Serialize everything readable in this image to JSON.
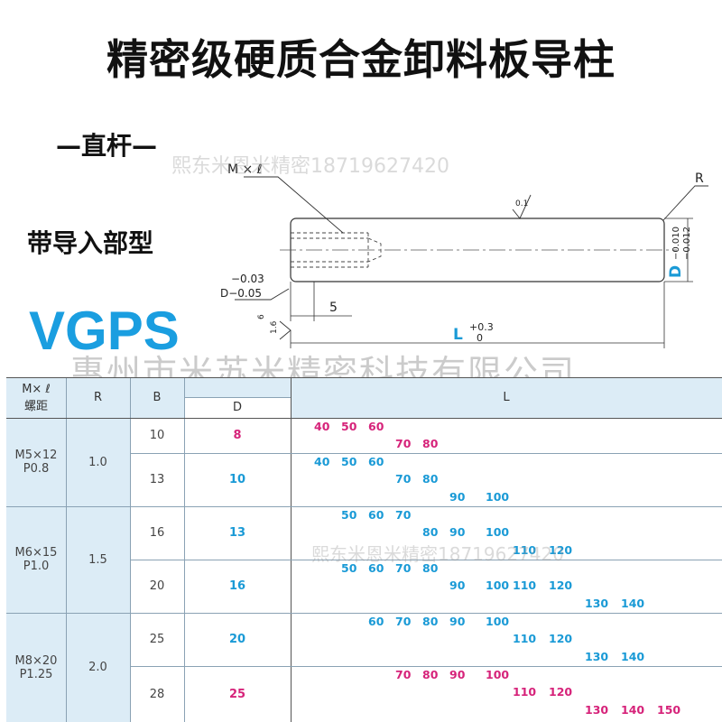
{
  "title": "精密级硬质合金卸料板导柱",
  "subtitle": "—直杆—",
  "variant": "带导入部型",
  "code": "VGPS",
  "watermarks": [
    "熙东米恩米精密18719627420",
    "惠州市米苏米精密科技有限公司",
    "熙东米恩米精密18719627420"
  ],
  "drawing": {
    "thread_label": "M × ℓ",
    "r_label": "R",
    "roughness": "0.1",
    "d_tol_upper": "−0.03",
    "d_tol_lower": "D−0.05",
    "five": "5",
    "six": "6",
    "sixteen": "1.6",
    "l_label": "L",
    "l_tol_upper": "+0.3",
    "l_tol_lower": "0",
    "d_side_label": "D",
    "d_side_tol_upper": "−0.010",
    "d_side_tol_lower": "−0.012"
  },
  "colors": {
    "pink": "#d6237a",
    "blue": "#1a9ad6",
    "header_bg": "#dcecf6"
  },
  "table": {
    "headers": {
      "mxl": "M× ℓ",
      "pitch": "螺距",
      "r": "R",
      "b": "B",
      "d": "D",
      "l": "L"
    },
    "groups": [
      {
        "m": "M5×12",
        "p": "P0.8",
        "r": "1.0"
      },
      {
        "m": "M6×15",
        "p": "P1.0",
        "r": "1.5"
      },
      {
        "m": "M8×20",
        "p": "P1.25",
        "r": "2.0"
      }
    ],
    "rows": [
      {
        "b": "10",
        "d": "8",
        "d_color": "pink",
        "l": [
          {
            "v": "40",
            "c": "pink",
            "col": 0,
            "line": 0
          },
          {
            "v": "50",
            "c": "pink",
            "col": 1,
            "line": 0
          },
          {
            "v": "60",
            "c": "pink",
            "col": 2,
            "line": 0
          },
          {
            "v": "70",
            "c": "pink",
            "col": 3,
            "line": 1
          },
          {
            "v": "80",
            "c": "pink",
            "col": 4,
            "line": 1
          }
        ]
      },
      {
        "b": "13",
        "d": "10",
        "d_color": "blue",
        "l": [
          {
            "v": "40",
            "c": "blue",
            "col": 0,
            "line": 0
          },
          {
            "v": "50",
            "c": "blue",
            "col": 1,
            "line": 0
          },
          {
            "v": "60",
            "c": "blue",
            "col": 2,
            "line": 0
          },
          {
            "v": "70",
            "c": "blue",
            "col": 3,
            "line": 1
          },
          {
            "v": "80",
            "c": "blue",
            "col": 4,
            "line": 1
          },
          {
            "v": "90",
            "c": "blue",
            "col": 5,
            "line": 2
          },
          {
            "v": "100",
            "c": "blue",
            "col": 6,
            "line": 2
          }
        ]
      },
      {
        "b": "16",
        "d": "13",
        "d_color": "blue",
        "l": [
          {
            "v": "50",
            "c": "blue",
            "col": 1,
            "line": 0
          },
          {
            "v": "60",
            "c": "blue",
            "col": 2,
            "line": 0
          },
          {
            "v": "70",
            "c": "blue",
            "col": 3,
            "line": 0
          },
          {
            "v": "80",
            "c": "blue",
            "col": 4,
            "line": 1
          },
          {
            "v": "90",
            "c": "blue",
            "col": 5,
            "line": 1
          },
          {
            "v": "100",
            "c": "blue",
            "col": 6,
            "line": 1
          },
          {
            "v": "110",
            "c": "blue",
            "col": 7,
            "line": 2
          },
          {
            "v": "120",
            "c": "blue",
            "col": 8,
            "line": 2
          }
        ]
      },
      {
        "b": "20",
        "d": "16",
        "d_color": "blue",
        "l": [
          {
            "v": "50",
            "c": "blue",
            "col": 1,
            "line": 0
          },
          {
            "v": "60",
            "c": "blue",
            "col": 2,
            "line": 0
          },
          {
            "v": "70",
            "c": "blue",
            "col": 3,
            "line": 0
          },
          {
            "v": "80",
            "c": "blue",
            "col": 4,
            "line": 0
          },
          {
            "v": "90",
            "c": "blue",
            "col": 5,
            "line": 1
          },
          {
            "v": "100",
            "c": "blue",
            "col": 6,
            "line": 1
          },
          {
            "v": "110",
            "c": "blue",
            "col": 7,
            "line": 1
          },
          {
            "v": "120",
            "c": "blue",
            "col": 8,
            "line": 1
          },
          {
            "v": "130",
            "c": "blue",
            "col": 9,
            "line": 2
          },
          {
            "v": "140",
            "c": "blue",
            "col": 10,
            "line": 2
          }
        ]
      },
      {
        "b": "25",
        "d": "20",
        "d_color": "blue",
        "l": [
          {
            "v": "60",
            "c": "blue",
            "col": 2,
            "line": 0
          },
          {
            "v": "70",
            "c": "blue",
            "col": 3,
            "line": 0
          },
          {
            "v": "80",
            "c": "blue",
            "col": 4,
            "line": 0
          },
          {
            "v": "90",
            "c": "blue",
            "col": 5,
            "line": 0
          },
          {
            "v": "100",
            "c": "blue",
            "col": 6,
            "line": 0
          },
          {
            "v": "110",
            "c": "blue",
            "col": 7,
            "line": 1
          },
          {
            "v": "120",
            "c": "blue",
            "col": 8,
            "line": 1
          },
          {
            "v": "130",
            "c": "blue",
            "col": 9,
            "line": 2
          },
          {
            "v": "140",
            "c": "blue",
            "col": 10,
            "line": 2
          }
        ]
      },
      {
        "b": "28",
        "d": "25",
        "d_color": "pink",
        "l": [
          {
            "v": "70",
            "c": "pink",
            "col": 3,
            "line": 0
          },
          {
            "v": "80",
            "c": "pink",
            "col": 4,
            "line": 0
          },
          {
            "v": "90",
            "c": "pink",
            "col": 5,
            "line": 0
          },
          {
            "v": "100",
            "c": "pink",
            "col": 6,
            "line": 0
          },
          {
            "v": "110",
            "c": "pink",
            "col": 7,
            "line": 1
          },
          {
            "v": "120",
            "c": "pink",
            "col": 8,
            "line": 1
          },
          {
            "v": "130",
            "c": "pink",
            "col": 9,
            "line": 2
          },
          {
            "v": "140",
            "c": "pink",
            "col": 10,
            "line": 2
          },
          {
            "v": "150",
            "c": "pink",
            "col": 11,
            "line": 2
          }
        ]
      }
    ]
  }
}
